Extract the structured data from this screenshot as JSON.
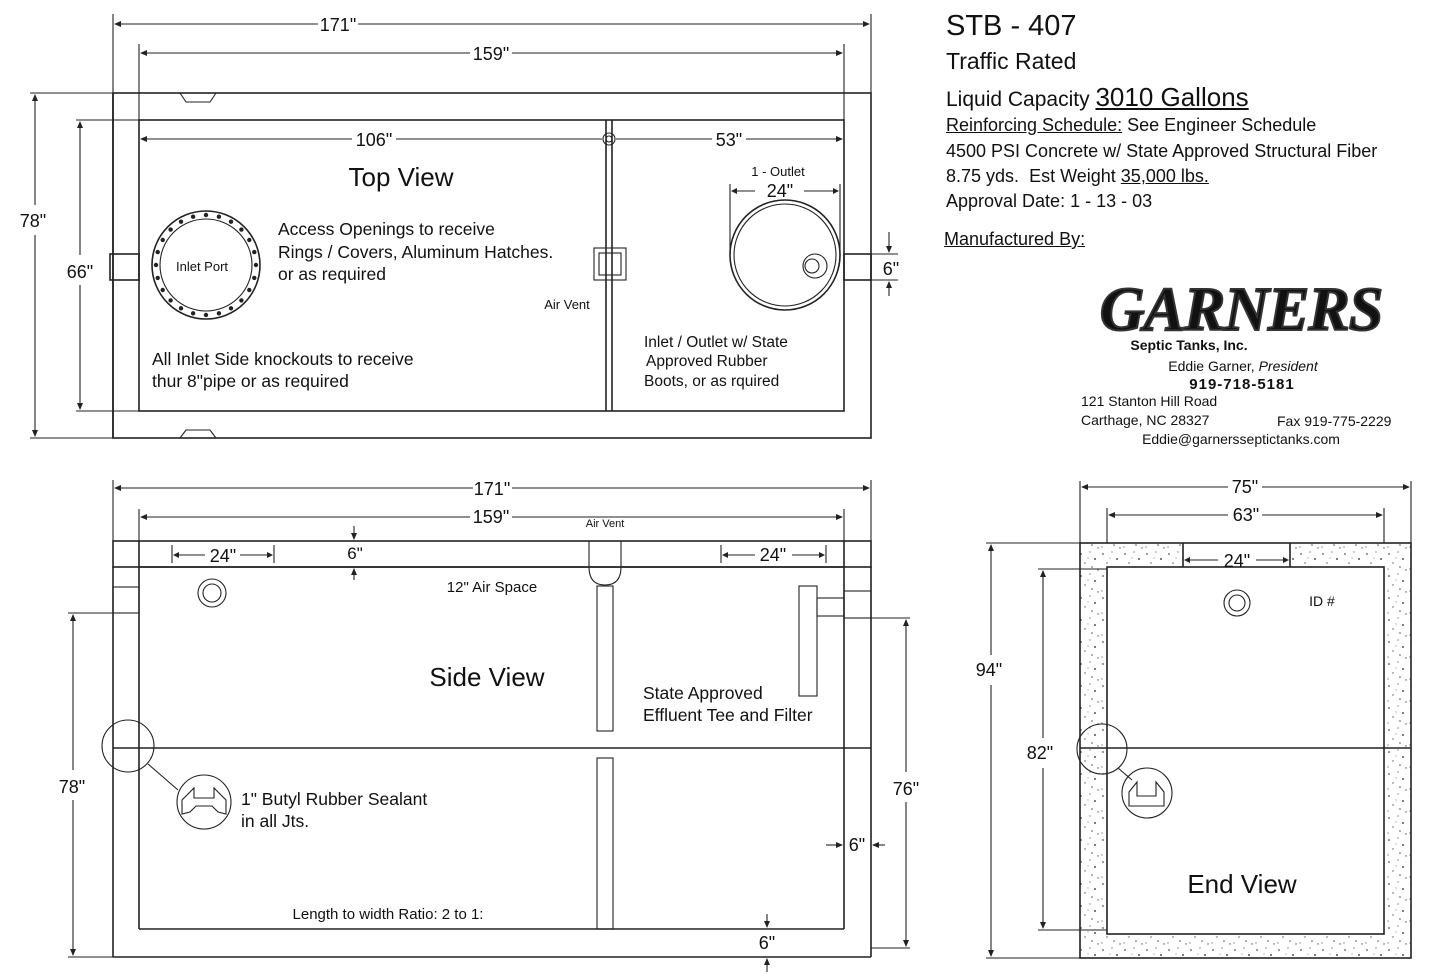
{
  "title": "STB - 407",
  "rating": "Traffic Rated",
  "capacity": {
    "label": "Liquid Capacity",
    "value": "3010 Gallons"
  },
  "reinforcing": {
    "label": "Reinforcing Schedule:",
    "value": "See Engineer Schedule"
  },
  "concrete": "4500 PSI Concrete w/ State Approved Structural Fiber",
  "yards": "8.75 yds.",
  "weight": {
    "label": "Est Weight",
    "value": "35,000 lbs."
  },
  "approval": "Approval Date: 1 - 13 - 03",
  "manufactured_by": "Manufactured By:",
  "logo": {
    "brand": "GARNERS",
    "subtitle": "Septic Tanks, Inc.",
    "president_name": "Eddie Garner,",
    "president_title": "President",
    "phone": "919-718-5181",
    "address1": "121 Stanton Hill Road",
    "address2": "Carthage, NC 28327",
    "fax": "Fax 919-775-2229",
    "email": "Eddie@garnersseptictanks.com"
  },
  "top_view": {
    "title": "Top View",
    "dim_outer_length": "171\"",
    "dim_inner_length": "159\"",
    "dim_left_compartment": "106\"",
    "dim_right_compartment": "53\"",
    "dim_outer_width": "78\"",
    "dim_inner_width": "66\"",
    "dim_outlet_pipe": "6\"",
    "dim_outlet_diameter": "24\"",
    "outlet_label": "1 - Outlet",
    "inlet_label": "Inlet Port",
    "air_vent_label": "Air Vent",
    "access_note_1": "Access Openings to receive",
    "access_note_2": "Rings / Covers, Aluminum Hatches.",
    "access_note_3": "or as required",
    "knockout_note_1": "All Inlet Side knockouts to receive",
    "knockout_note_2": "thur 8\"pipe or as required",
    "boots_note_1": "Inlet / Outlet w/ State",
    "boots_note_2": "Approved Rubber",
    "boots_note_3": "Boots, or as rquired"
  },
  "side_view": {
    "title": "Side View",
    "dim_outer_length": "171\"",
    "dim_inner_length": "159\"",
    "dim_left_opening": "24\"",
    "dim_right_opening": "24\"",
    "dim_lid": "6\"",
    "air_vent_label": "Air Vent",
    "air_space_label": "12\" Air Space",
    "tee_note_1": "State Approved",
    "tee_note_2": "Effluent Tee and Filter",
    "sealant_note_1": "1\" Butyl Rubber Sealant",
    "sealant_note_2": "in all Jts.",
    "ratio_note": "Length to width Ratio: 2 to 1:",
    "dim_height_outer": "78\"",
    "dim_height_inner": "76\"",
    "dim_wall": "6\"",
    "dim_floor": "6\""
  },
  "end_view": {
    "title": "End View",
    "dim_outer_width": "75\"",
    "dim_inner_width": "63\"",
    "dim_opening": "24\"",
    "dim_outer_height": "94\"",
    "dim_inner_height": "82\"",
    "id_label": "ID #"
  }
}
